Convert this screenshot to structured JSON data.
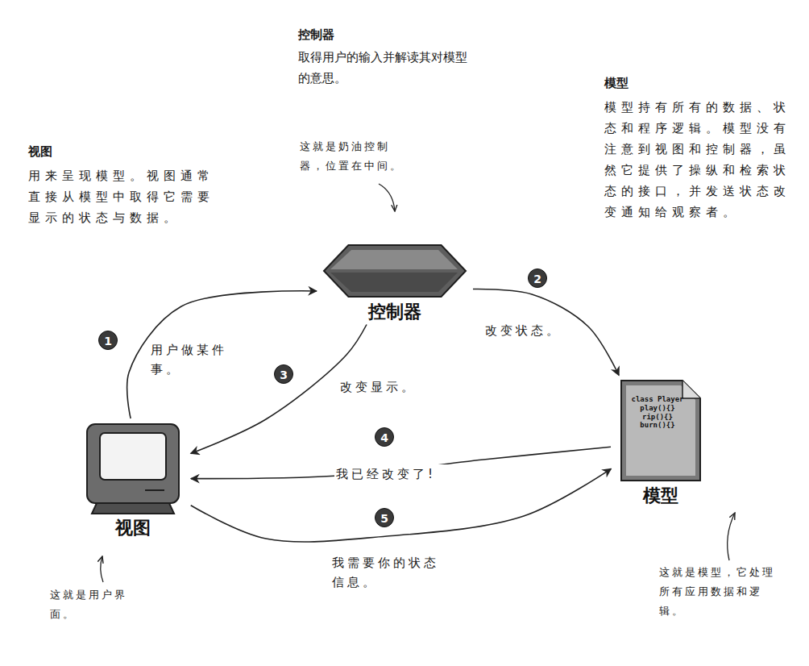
{
  "diagram": {
    "nodes": [
      {
        "text": [
          "控制器"
        ]
      },
      {
        "text": [
          "class Player play(){} rip(){} burn(){}",
          "模型"
        ]
      },
      {
        "text": [
          "视图"
        ]
      }
    ],
    "edges": [
      {
        "from": 2,
        "to": 0,
        "arrow": "to",
        "label": "用户做某件事。"
      },
      {
        "from": 0,
        "to": 1,
        "arrow": "to",
        "label": "改变状态。"
      },
      {
        "from": 0,
        "to": 2,
        "arrow": "to",
        "label": "改变显示。"
      },
      {
        "from": 1,
        "to": 2,
        "arrow": "to",
        "label": "我已经改变了!"
      },
      {
        "from": 2,
        "to": 1,
        "arrow": "to",
        "label": "我需要你的状态信息。"
      }
    ],
    "labels": [
      "控制器",
      "取得用户的输入并解读其对模型的意思。",
      "模型",
      "模型持有所有的数据、状态和程序逻辑。模型没有注意到视图和控制器，虽然它提供了操纵和检索状态的接口，并发送状态改变通知给观察者。",
      "视图",
      "用来呈现模型。视图通常直接从模型中取得它需要显示的状态与数据。",
      "这就是奶油控制器，位置在中间。",
      "1",
      "2",
      "3",
      "4",
      "5",
      "这就是用户界面。",
      "这就是模型，它处理所有应用数据和逻辑。"
    ]
  }
}
